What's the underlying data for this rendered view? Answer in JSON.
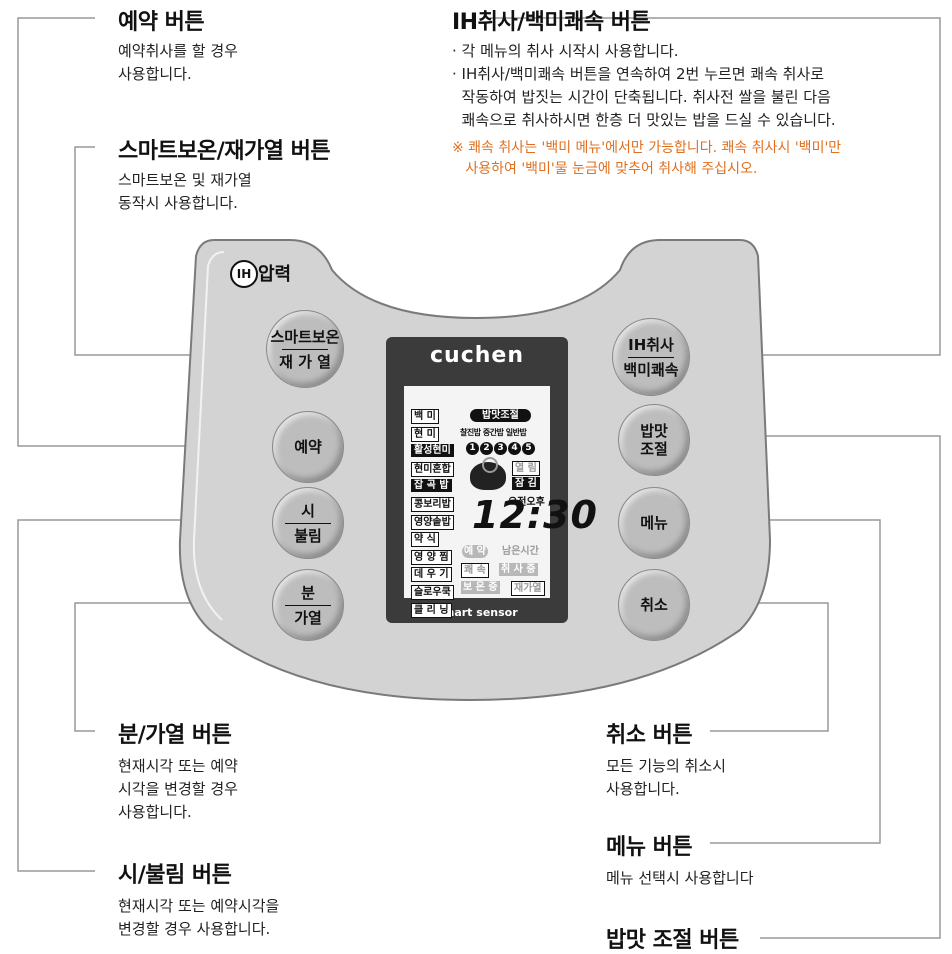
{
  "annotations": {
    "reserve": {
      "title": "예약 버튼",
      "desc": [
        "예약취사를 할 경우",
        "사용합니다."
      ]
    },
    "smart": {
      "title": "스마트보온/재가열 버튼",
      "desc": [
        "스마트보온 및 재가열",
        "동작시 사용합니다."
      ]
    },
    "ih": {
      "title": "IH취사/백미쾌속 버튼",
      "desc": [
        "· 각 메뉴의 취사 시작시 사용합니다.",
        "· IH취사/백미쾌속 버튼을 연속하여 2번 누르면 쾌속 취사로",
        "  작동하여 밥짓는 시간이 단축됩니다. 취사전 쌀을 불린 다음",
        "  쾌속으로 취사하시면 한층 더 맛있는 밥을 드실 수 있습니다."
      ],
      "note": [
        "※ 쾌속 취사는 '백미 메뉴'에서만 가능합니다. 쾌속 취사시 '백미'만",
        "   사용하여 '백미'물 눈금에 맞추어 취사해 주십시오."
      ]
    },
    "minute": {
      "title": "분/가열 버튼",
      "desc": [
        "현재시각 또는 예약",
        "시각을 변경할 경우",
        "사용합니다."
      ]
    },
    "hour": {
      "title": "시/불림 버튼",
      "desc": [
        "현재시각 또는 예약시각을",
        "변경할 경우 사용합니다."
      ]
    },
    "cancel": {
      "title": "취소 버튼",
      "desc": [
        "모든 기능의 취소시",
        "사용합니다."
      ]
    },
    "menu": {
      "title": "메뉴 버튼",
      "desc": [
        "메뉴 선택시 사용합니다"
      ]
    },
    "taste": {
      "title": "밥맛 조절 버튼"
    }
  },
  "panel": {
    "logo": "압력",
    "buttons": {
      "smart": [
        "스마트보온",
        "재 가 열"
      ],
      "reserve": [
        "예약"
      ],
      "hour": [
        "시",
        "불림"
      ],
      "minute": [
        "분",
        "가열"
      ],
      "ih": [
        "IH취사",
        "백미쾌속"
      ],
      "taste": [
        "밥맛",
        "조절"
      ],
      "menu": [
        "메뉴"
      ],
      "cancel": [
        "취소"
      ]
    },
    "lcd": {
      "brand": "cuchen",
      "sensor": "smart sensor",
      "menus": [
        "백 미",
        "현 미",
        "활성현미",
        "현미혼합",
        "잡 곡 밥",
        "콩보리밥",
        "영양솥밥",
        "약 식",
        "영 양 찜",
        "데 우 기",
        "슬로우쿡",
        "클 리 닝"
      ],
      "taste_label": "밥맛조절",
      "taste_options": "찰진밥 중간밥 일반밥",
      "levels": [
        "1",
        "2",
        "3",
        "4",
        "5"
      ],
      "open": "열 림",
      "lock": "잠 김",
      "ampm": "오전오후",
      "time": "12:30",
      "reserve": "예 약",
      "remaining": "남은시간",
      "quick": "쾌 속",
      "cooking": "취 사 중",
      "warming": "보 온 중",
      "reheat": "재가열"
    }
  }
}
